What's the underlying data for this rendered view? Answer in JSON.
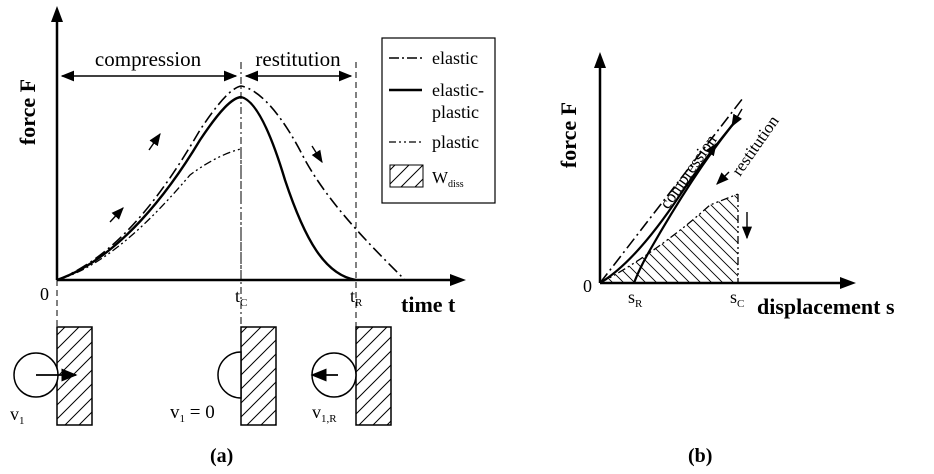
{
  "panel_a": {
    "caption": "(a)",
    "ylabel": "force F",
    "xlabel": "time t",
    "origin_label": "0",
    "tick_tc": "t",
    "tick_tc_sub": "C",
    "tick_tr": "t",
    "tick_tr_sub": "R",
    "phase_compression": "compression",
    "phase_restitution": "restitution",
    "legend": {
      "elastic": "elastic",
      "elastic_plastic_1": "elastic-",
      "elastic_plastic_2": "plastic",
      "plastic": "plastic",
      "wdiss": "W",
      "wdiss_sub": "diss"
    },
    "ball_labels": {
      "v1": "v",
      "v1_sub": "1",
      "v_zero": "v",
      "v_zero_sub": "1",
      "v_zero_eq": " = 0",
      "v1r": "v",
      "v1r_sub": "1,R"
    }
  },
  "panel_b": {
    "caption": "(b)",
    "ylabel": "force F",
    "xlabel": "displacement s",
    "origin_label": "0",
    "tick_sr": "s",
    "tick_sr_sub": "R",
    "tick_sc": "s",
    "tick_sc_sub": "C",
    "label_compression": "compression",
    "label_restitution": "restitution"
  }
}
